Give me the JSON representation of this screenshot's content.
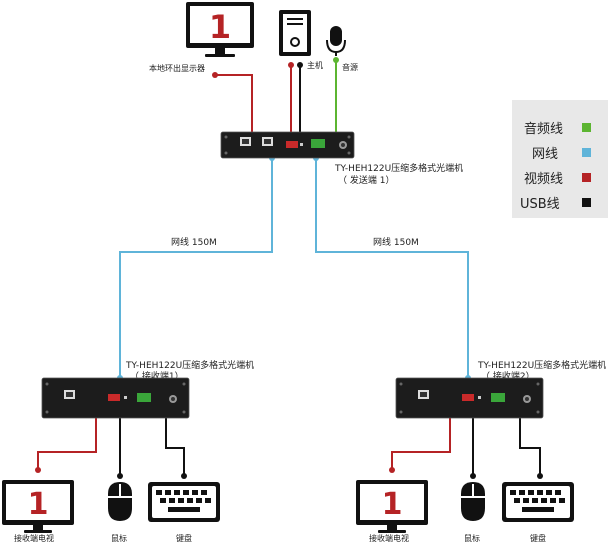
{
  "colors": {
    "audio": "#5cb531",
    "network": "#5fb4d9",
    "video": "#b52325",
    "usb": "#111111",
    "device": "#1c1c1c",
    "legend_bg": "#e8e8e8"
  },
  "legend": [
    {
      "label": "音频线",
      "color_key": "audio"
    },
    {
      "label": "网线",
      "color_key": "network"
    },
    {
      "label": "视频线",
      "color_key": "video"
    },
    {
      "label": "USB线",
      "color_key": "usb"
    }
  ],
  "labels": {
    "local_monitor": "本地环出显示器",
    "host": "主机",
    "audio_source": "音源",
    "sender_line1": "TY-HEH122U压缩多格式光端机",
    "sender_line2": "（ 发送端 1）",
    "net_left": "网线 150M",
    "net_right": "网线 150M",
    "recv1_line1": "TY-HEH122U压缩多格式光端机",
    "recv1_line2": "（ 接收端1）",
    "recv2_line1": "TY-HEH122U压缩多格式光端机",
    "recv2_line2": "（ 接收端2）",
    "tv1": "接收端电视",
    "mouse1": "鼠标",
    "keyboard1": "键盘",
    "tv2": "接收端电视",
    "mouse2": "鼠标",
    "keyboard2": "键盘"
  },
  "monitor_number": "1"
}
